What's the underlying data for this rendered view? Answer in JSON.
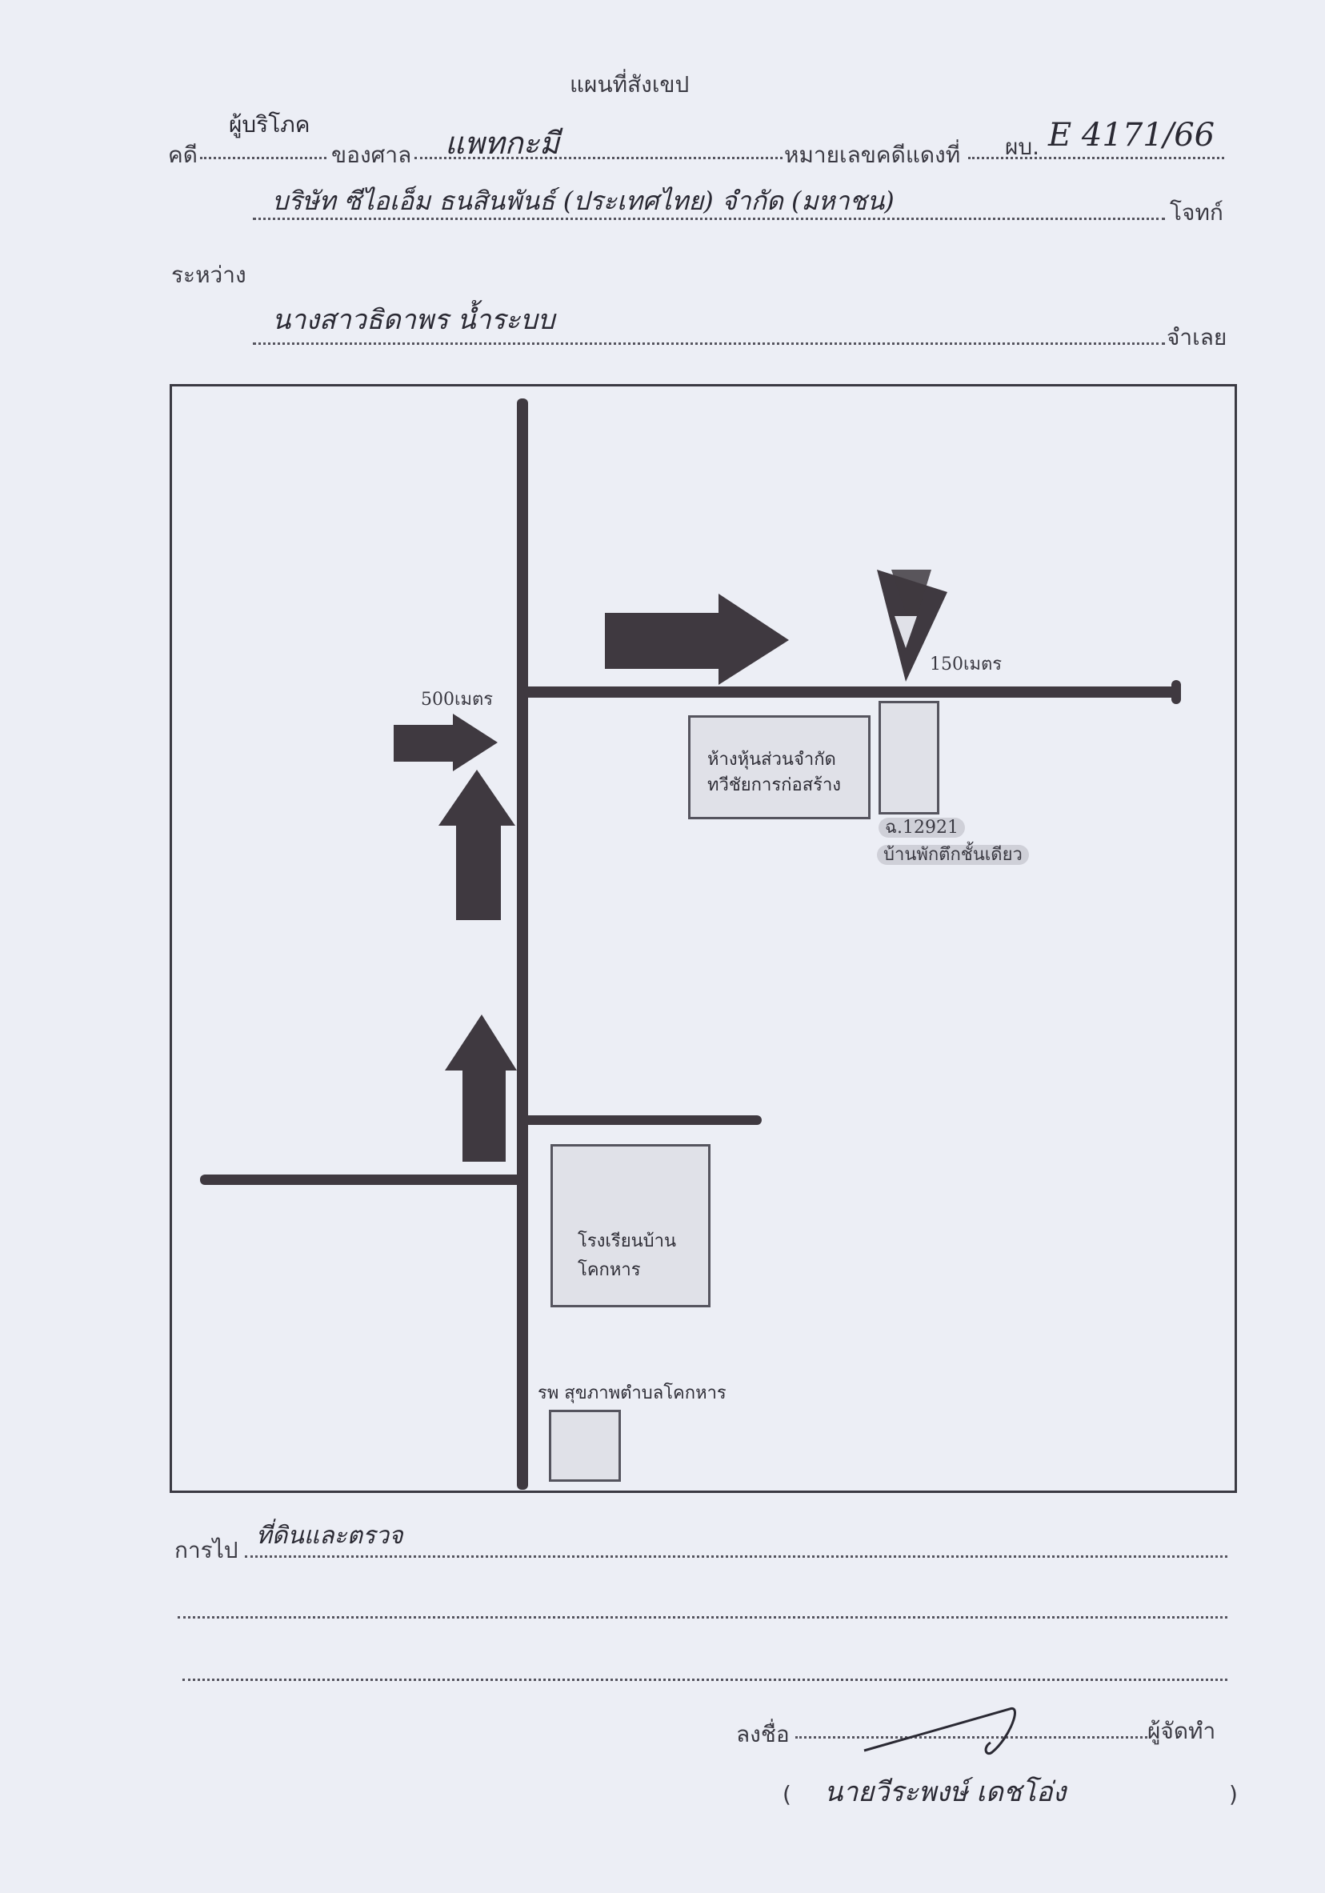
{
  "header": {
    "title": "แผนที่สังเขป",
    "plaintiff_type": "ผู้บริโภค",
    "case_label": "คดี",
    "court_label": "ของศาล",
    "court_value": "แพทกะมี",
    "red_case_label": "หมายเลขคดีแดงที่",
    "red_case_prefix": "ผบ.",
    "red_case_value": "E 4171/66",
    "plaintiff_value": "บริษัท ซีไอเอ็ม ธนสินพันธ์ (ประเทศไทย) จำกัด (มหาชน)",
    "plaintiff_label": "โจทก์",
    "between_label": "ระหว่าง",
    "defendant_value": "นางสาวธิดาพร น้ำระบบ",
    "defendant_label": "จำเลย"
  },
  "map": {
    "label_500m": "500เมตร",
    "label_150m": "150เมตร",
    "shop_label_1": "ห้างหุ้นส่วนจำกัด",
    "shop_label_2": "ทวีชัยการก่อสร้าง",
    "deed_label": "ฉ.12921",
    "house_label": "บ้านพักตึกชั้นเดียว",
    "school_label_1": "โรงเรียนบ้าน",
    "school_label_2": "โคกหาร",
    "hospital_label": "รพ สุขภาพตำบลโคกหาร"
  },
  "footer": {
    "travel_label": "การไป",
    "travel_value": "ที่ดินและตรวจ",
    "sign_label": "ลงชื่อ",
    "preparer_label": "ผู้จัดทำ",
    "paren_open": "(",
    "paren_close": ")",
    "preparer_name": "นายวีระพงษ์ เดชโอ่ง"
  },
  "colors": {
    "paper": "#eceef5",
    "ink": "#3a3942",
    "road": "#3f3940",
    "arrow": "#3f3940"
  }
}
